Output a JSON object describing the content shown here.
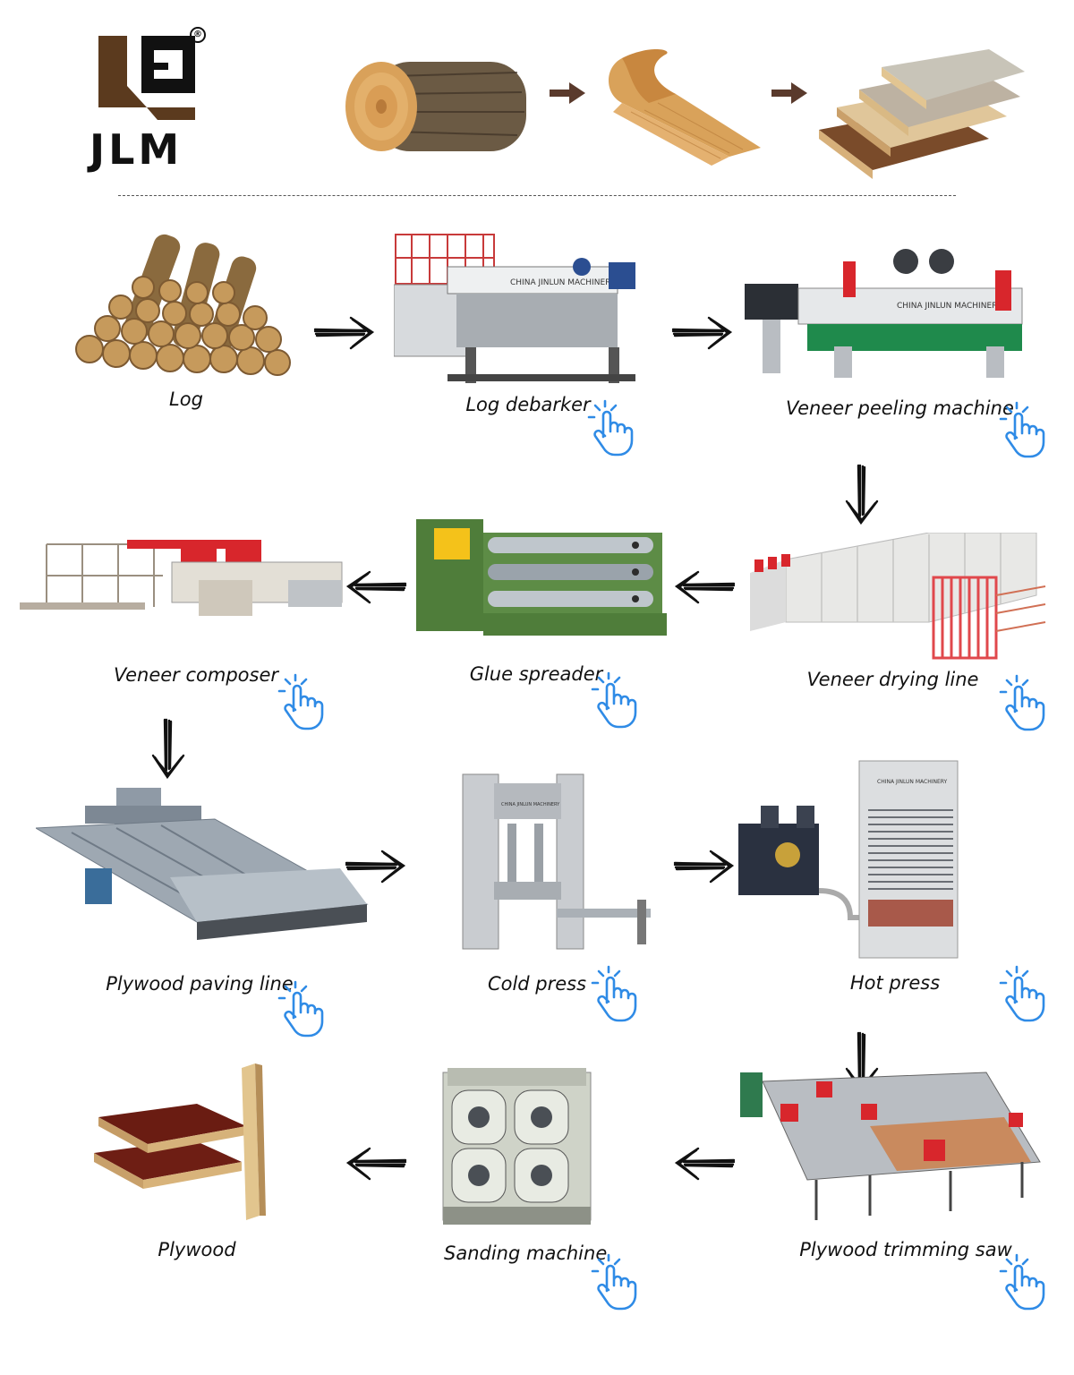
{
  "brand": {
    "name": "JLM",
    "registered_mark": "®",
    "logo_colors": {
      "brown": "#5b3a1e",
      "dark": "#111111"
    }
  },
  "steps": {
    "log": {
      "label": "Log"
    },
    "debarker": {
      "label": "Log debarker",
      "machine_text": "CHINA JINLUN MACHINERY"
    },
    "peeling": {
      "label": "Veneer peeling machine",
      "machine_text": "CHINA JINLUN MACHINERY"
    },
    "drying": {
      "label": "Veneer drying line"
    },
    "glue": {
      "label": "Glue spreader"
    },
    "composer": {
      "label": "Veneer composer"
    },
    "paving": {
      "label": "Plywood paving line"
    },
    "cold_press": {
      "label": "Cold press",
      "machine_text": "CHINA JINLUN MACHINERY"
    },
    "hot_press": {
      "label": "Hot press",
      "machine_text": "CHINA JINLUN MACHINERY"
    },
    "trimming": {
      "label": "Plywood trimming saw"
    },
    "sanding": {
      "label": "Sanding machine"
    },
    "plywood": {
      "label": "Plywood"
    }
  },
  "icons": {
    "tap": "tap-hand-icon",
    "arrow_right": "arrow-right-icon",
    "arrow_left": "arrow-left-icon",
    "arrow_down": "arrow-down-icon"
  },
  "colors": {
    "tap_icon": "#2f8be6",
    "arrow_header": "#5a3a2c",
    "arrow_flow": "#111111",
    "machine_green": "#4f7d3a",
    "machine_grey": "#b9bdc2",
    "accent_red": "#d8262c",
    "wood": "#c99a5a"
  }
}
